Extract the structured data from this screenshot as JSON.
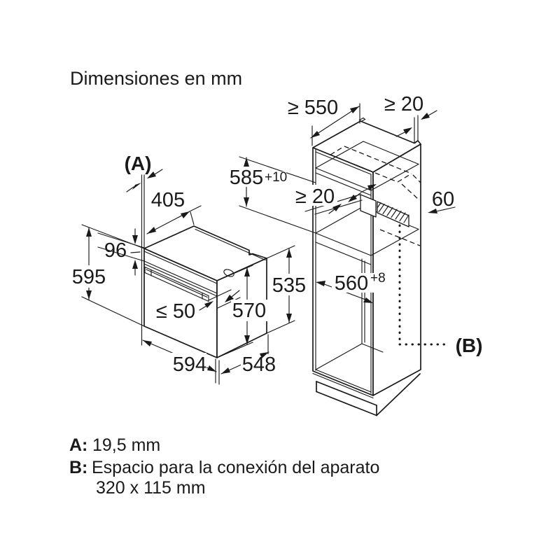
{
  "title": "Dimensiones en mm",
  "drawing": {
    "oven": {
      "ref_a": "(A)",
      "top_depth": "405",
      "panel_height": "96",
      "front_height": "595",
      "handle_clearance": "≤ 50",
      "door_height": "570",
      "rear_height": "535",
      "width": "594",
      "depth": "548"
    },
    "cabinet": {
      "min_depth": "≥ 550",
      "rear_top_gap": "≥ 20",
      "niche_height": "585",
      "niche_height_tol": "+10",
      "front_gap": "≥ 20",
      "vent_depth": "60",
      "niche_width": "560",
      "niche_width_tol": "+8",
      "ref_b": "(B)"
    }
  },
  "legend": {
    "a_key": "A:",
    "a_value": "19,5 mm",
    "b_key": "B:",
    "b_value": "Espacio para la conexión del aparato",
    "b_value_line2": "320 x 115 mm"
  }
}
